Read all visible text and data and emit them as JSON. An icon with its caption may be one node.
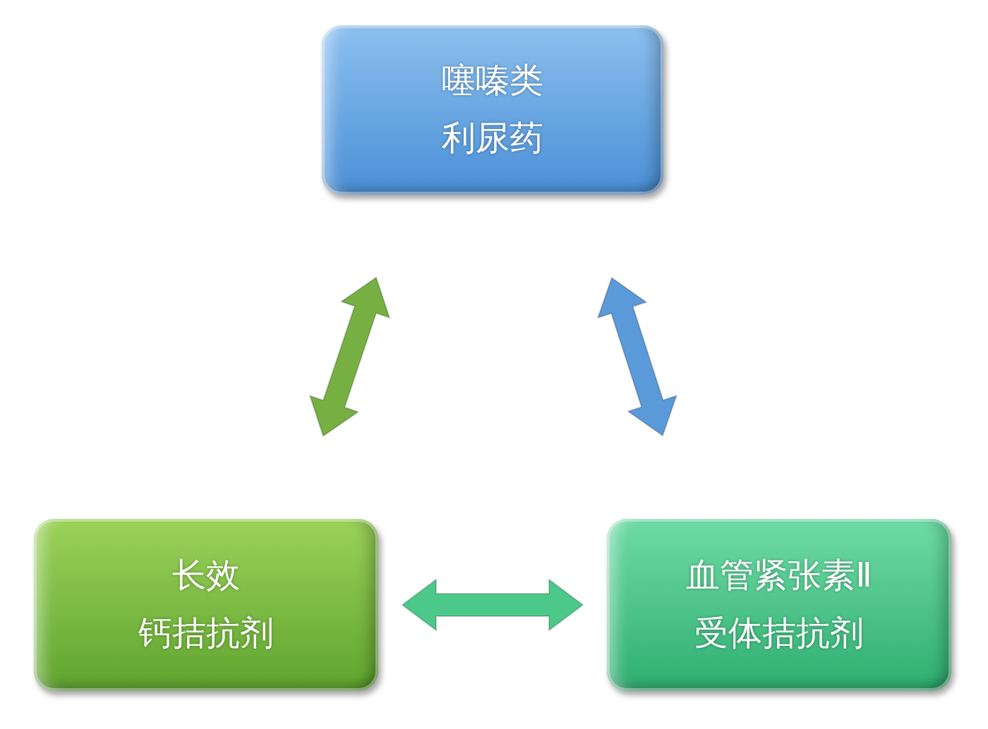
{
  "diagram": {
    "nodes": [
      {
        "text": [
          "噻嗪类利尿药"
        ]
      },
      {
        "text": [
          "长效钙拮抗剂"
        ]
      },
      {
        "text": [
          "血管紧张素Ⅱ受体拮抗剂"
        ]
      }
    ],
    "edges": [
      {
        "from": 1,
        "to": 0,
        "arrow": "both"
      },
      {
        "from": 0,
        "to": 2,
        "arrow": "both"
      },
      {
        "from": 1,
        "to": 2,
        "arrow": "both"
      }
    ]
  }
}
